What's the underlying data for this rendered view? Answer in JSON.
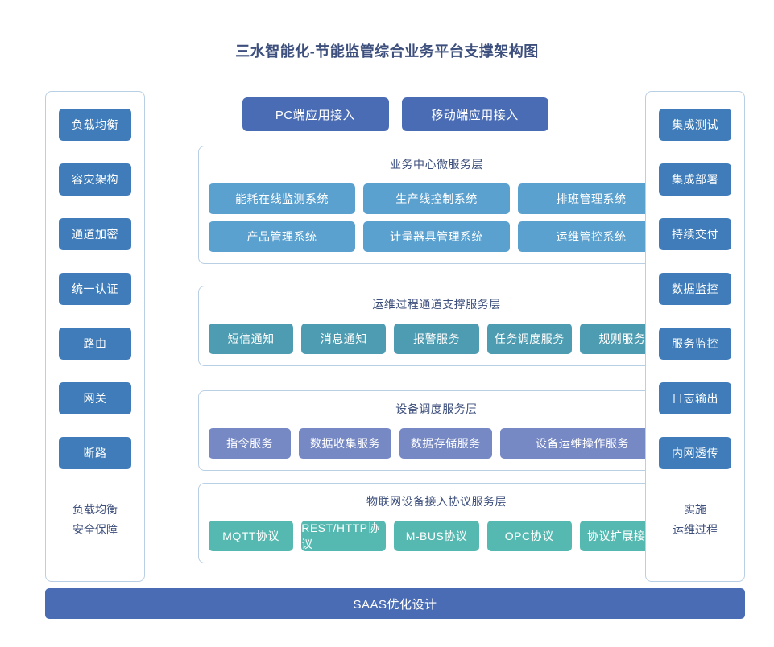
{
  "title": "三水智能化-节能监管综合业务平台支撑架构图",
  "colors": {
    "side_chip": "#3f7cb9",
    "access_button": "#4a6cb4",
    "business_node": "#5ba1d0",
    "ops_node": "#4e9cb1",
    "device_node": "#7689c5",
    "iot_node": "#56b9b1",
    "saas_bar": "#4a6cb4",
    "panel_border": "#b9cfe4",
    "text_dark": "#3d4f7c"
  },
  "left_panel": {
    "items": [
      {
        "label": "负载均衡"
      },
      {
        "label": "容灾架构"
      },
      {
        "label": "通道加密"
      },
      {
        "label": "统一认证"
      },
      {
        "label": "路由"
      },
      {
        "label": "网关"
      },
      {
        "label": "断路"
      }
    ],
    "footer_line1": "负载均衡",
    "footer_line2": "安全保障"
  },
  "right_panel": {
    "items": [
      {
        "label": "集成测试"
      },
      {
        "label": "集成部署"
      },
      {
        "label": "持续交付"
      },
      {
        "label": "数据监控"
      },
      {
        "label": "服务监控"
      },
      {
        "label": "日志输出"
      },
      {
        "label": "内网透传"
      }
    ],
    "footer_line1": "实施",
    "footer_line2": "运维过程"
  },
  "access": {
    "buttons": [
      {
        "label": "PC端应用接入"
      },
      {
        "label": "移动端应用接入"
      }
    ]
  },
  "layers": [
    {
      "id": "business",
      "title": "业务中心微服务层",
      "rows": [
        [
          {
            "label": "能耗在线监测系统"
          },
          {
            "label": "生产线控制系统"
          },
          {
            "label": "排班管理系统"
          }
        ],
        [
          {
            "label": "产品管理系统"
          },
          {
            "label": "计量器具管理系统"
          },
          {
            "label": "运维管控系统"
          }
        ]
      ]
    },
    {
      "id": "ops",
      "title": "运维过程通道支撑服务层",
      "rows": [
        [
          {
            "label": "短信通知"
          },
          {
            "label": "消息通知"
          },
          {
            "label": "报警服务"
          },
          {
            "label": "任务调度服务"
          },
          {
            "label": "规则服务"
          }
        ]
      ]
    },
    {
      "id": "device",
      "title": "设备调度服务层",
      "rows": [
        [
          {
            "label": "指令服务"
          },
          {
            "label": "数据收集服务"
          },
          {
            "label": "数据存储服务"
          },
          {
            "label": "设备运维操作服务"
          }
        ]
      ]
    },
    {
      "id": "iot",
      "title": "物联网设备接入协议服务层",
      "rows": [
        [
          {
            "label": "MQTT协议"
          },
          {
            "label": "REST/HTTP协议"
          },
          {
            "label": "M-BUS协议"
          },
          {
            "label": "OPC协议"
          },
          {
            "label": "协议扩展接口"
          }
        ]
      ]
    }
  ],
  "saas_bar": {
    "label": "SAAS优化设计"
  }
}
